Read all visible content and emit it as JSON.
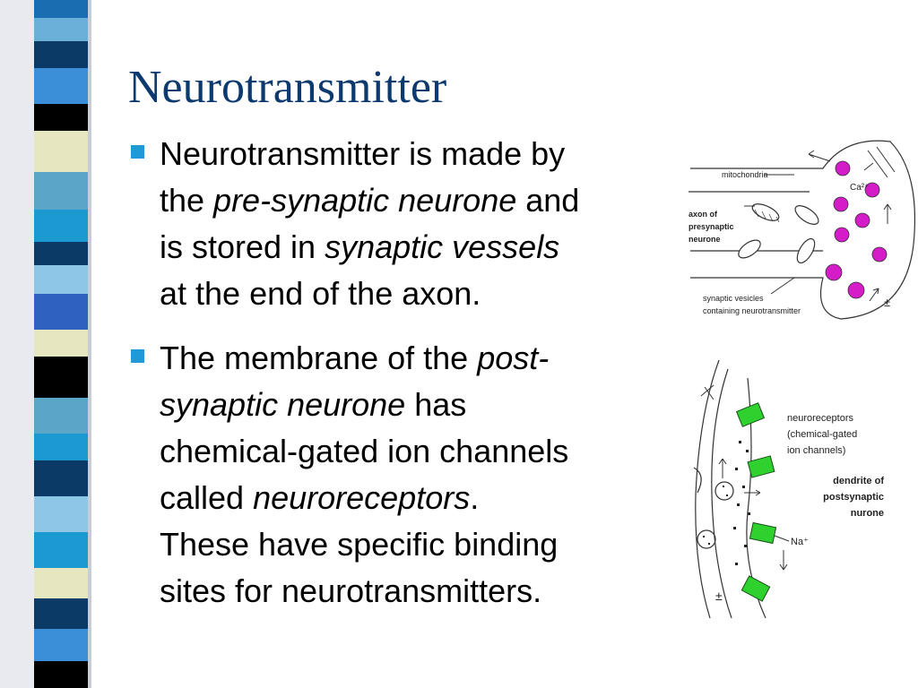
{
  "slide": {
    "title": "Neurotransmitter",
    "bullets": [
      {
        "lines": [
          [
            "Neurotransmitter is made by"
          ],
          [
            "the ",
            {
              "i": "pre-synaptic neurone"
            },
            " and"
          ],
          [
            "is stored in ",
            {
              "i": "synaptic vessels"
            }
          ],
          [
            "at the end of the axon."
          ]
        ]
      },
      {
        "lines": [
          [
            "The membrane of the ",
            {
              "i": "post-"
            }
          ],
          [
            {
              "i": "synaptic neurone"
            },
            " has"
          ],
          [
            "chemical-gated ion channels"
          ],
          [
            "called ",
            {
              "i": "neuroreceptors"
            },
            "."
          ],
          [
            "These have specific binding"
          ],
          [
            "sites for neurotransmitters."
          ]
        ]
      }
    ]
  },
  "figure_top": {
    "mitochondria": "mitochondria",
    "axon_l1": "axon of",
    "axon_l2": "presynaptic",
    "axon_l3": "neurone",
    "vesicles_l1": "synaptic vesicles",
    "vesicles_l2": "containing neurotransmitter",
    "ca": "Ca²⁺",
    "plusminus": "±"
  },
  "figure_bottom": {
    "neuro_l1": "neuroreceptors",
    "neuro_l2": "(chemical-gated",
    "neuro_l3": "ion channels)",
    "dend_l1": "dendrite of",
    "dend_l2": "postsynaptic",
    "dend_l3": "nurone",
    "na": "Na⁺",
    "plusminus": "±"
  },
  "colors": {
    "title": "#0d3a6e",
    "bullet": "#1f9ad6",
    "vesicle": "#d41cc8",
    "receptor": "#2fd12f"
  }
}
